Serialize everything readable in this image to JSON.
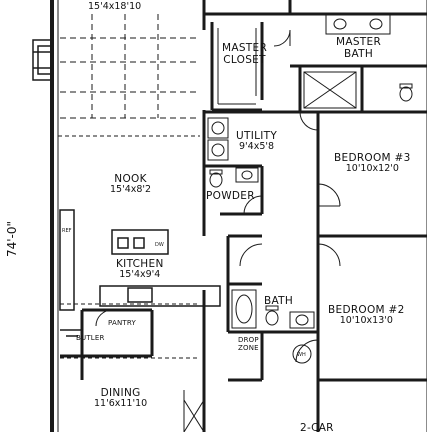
{
  "overall_dimension": "74'-0\"",
  "rooms": {
    "top_room_dim": "15'4x18'10",
    "master_closet": {
      "line1": "MASTER",
      "line2": "CLOSET"
    },
    "master_bath": {
      "line1": "MASTER",
      "line2": "BATH"
    },
    "utility": {
      "name": "UTILITY",
      "dim": "9'4x5'8"
    },
    "powder": {
      "name": "POWDER"
    },
    "bedroom3": {
      "name": "BEDROOM #3",
      "dim": "10'10x12'0"
    },
    "nook": {
      "name": "NOOK",
      "dim": "15'4x8'2"
    },
    "kitchen": {
      "name": "KITCHEN",
      "dim": "15'4x9'4"
    },
    "bath": {
      "name": "BATH"
    },
    "bedroom2": {
      "name": "BEDROOM #2",
      "dim": "10'10x13'0"
    },
    "pantry": {
      "name": "PANTRY"
    },
    "butler": {
      "name": "BUTLER"
    },
    "drop_zone": {
      "line1": "DROP",
      "line2": "ZONE"
    },
    "dining": {
      "name": "DINING",
      "dim": "11'6x11'10"
    },
    "garage_partial": "2-CAR"
  },
  "fixture_labels": {
    "wh": "WH",
    "oven": "DW",
    "ref": "REF"
  },
  "colors": {
    "line": "#1a1a1a",
    "thin": "#333333",
    "paper": "#ffffff"
  }
}
